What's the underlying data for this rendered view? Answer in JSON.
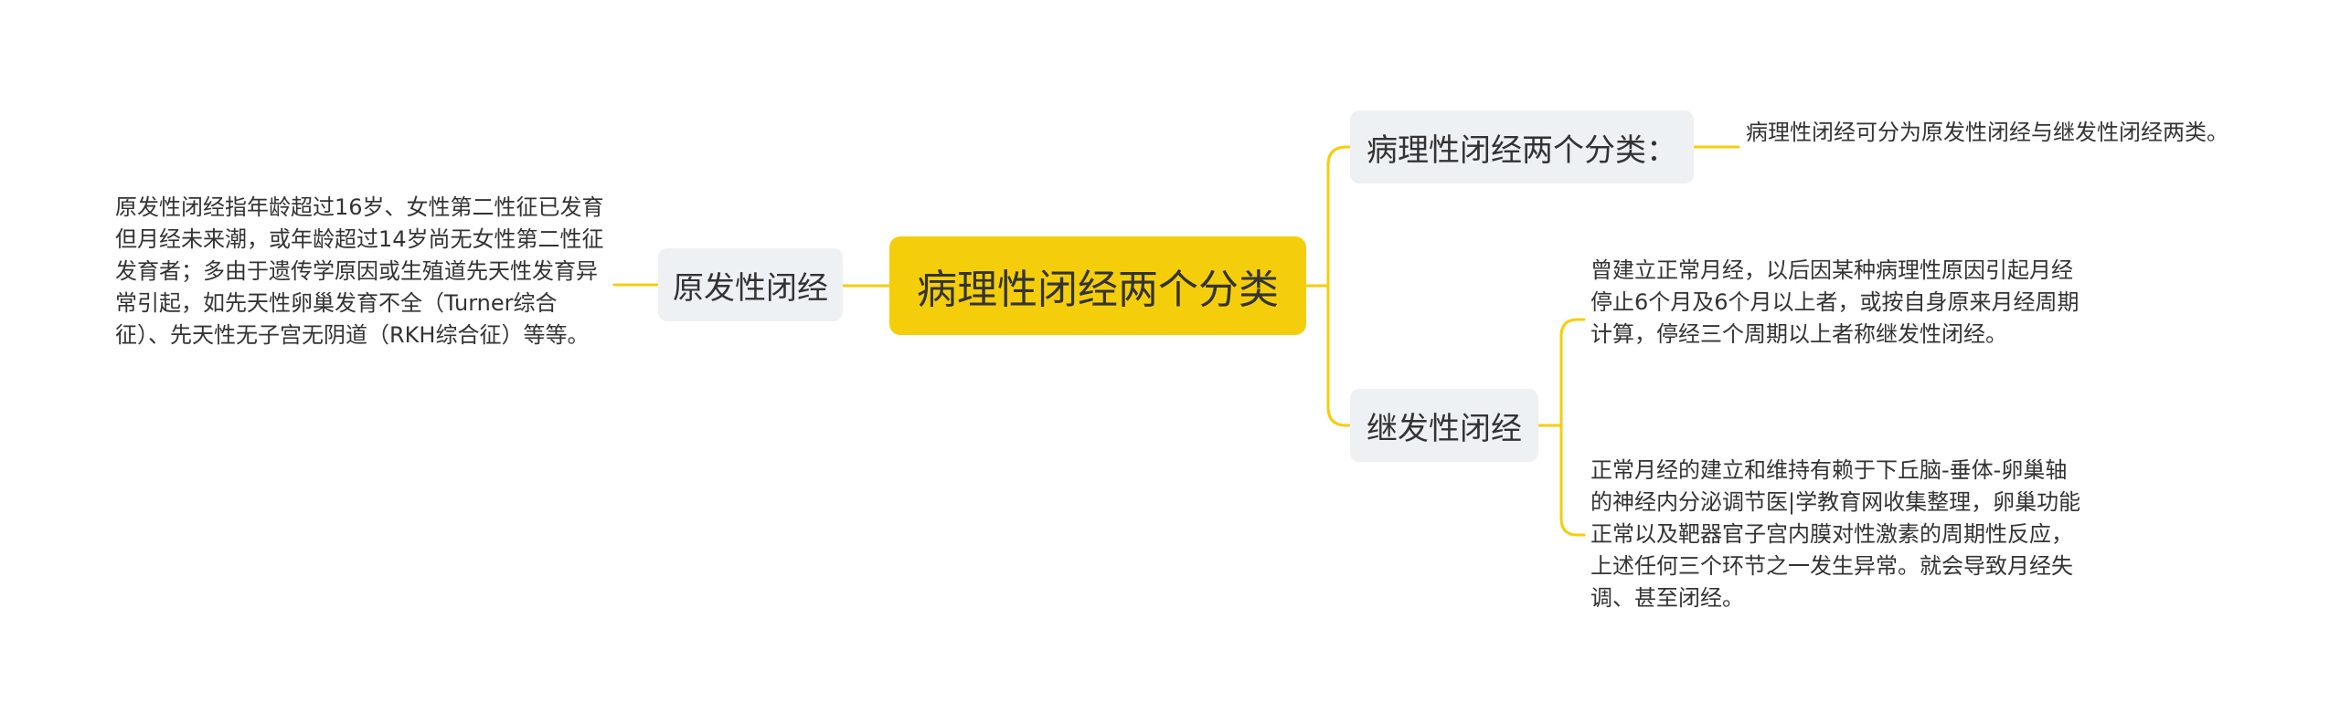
{
  "root": {
    "label": "病理性闭经两个分类"
  },
  "branches": {
    "primary": {
      "label": "原发性闭经",
      "detail": "原发性闭经指年龄超过16岁、女性第二性征已发育但月经未来潮，或年龄超过14岁尚无女性第二性征发育者；多由于遗传学原因或生殖道先天性发育异常引起，如先天性卵巢发育不全（Turner综合征）、先天性无子宫无阴道（RKH综合征）等等。"
    },
    "classification": {
      "label": "病理性闭经两个分类：",
      "detail": "病理性闭经可分为原发性闭经与继发性闭经两类。"
    },
    "secondary": {
      "label": "继发性闭经",
      "details": [
        "曾建立正常月经，以后因某种病理性原因引起月经停止6个月及6个月以上者，或按自身原来月经周期计算，停经三个周期以上者称继发性闭经。",
        "正常月经的建立和维持有赖于下丘脑-垂体-卵巢轴的神经内分泌调节医|学教育网收集整理，卵巢功能正常以及靶器官子宫内膜对性激素的周期性反应，上述任何三个环节之一发生异常。就会导致月经失调、甚至闭经。"
      ]
    }
  },
  "colors": {
    "root_fill": "#f5ce0b",
    "branch_fill": "#eef1f4",
    "connector": "#f5ce0b",
    "text": "#333333"
  }
}
